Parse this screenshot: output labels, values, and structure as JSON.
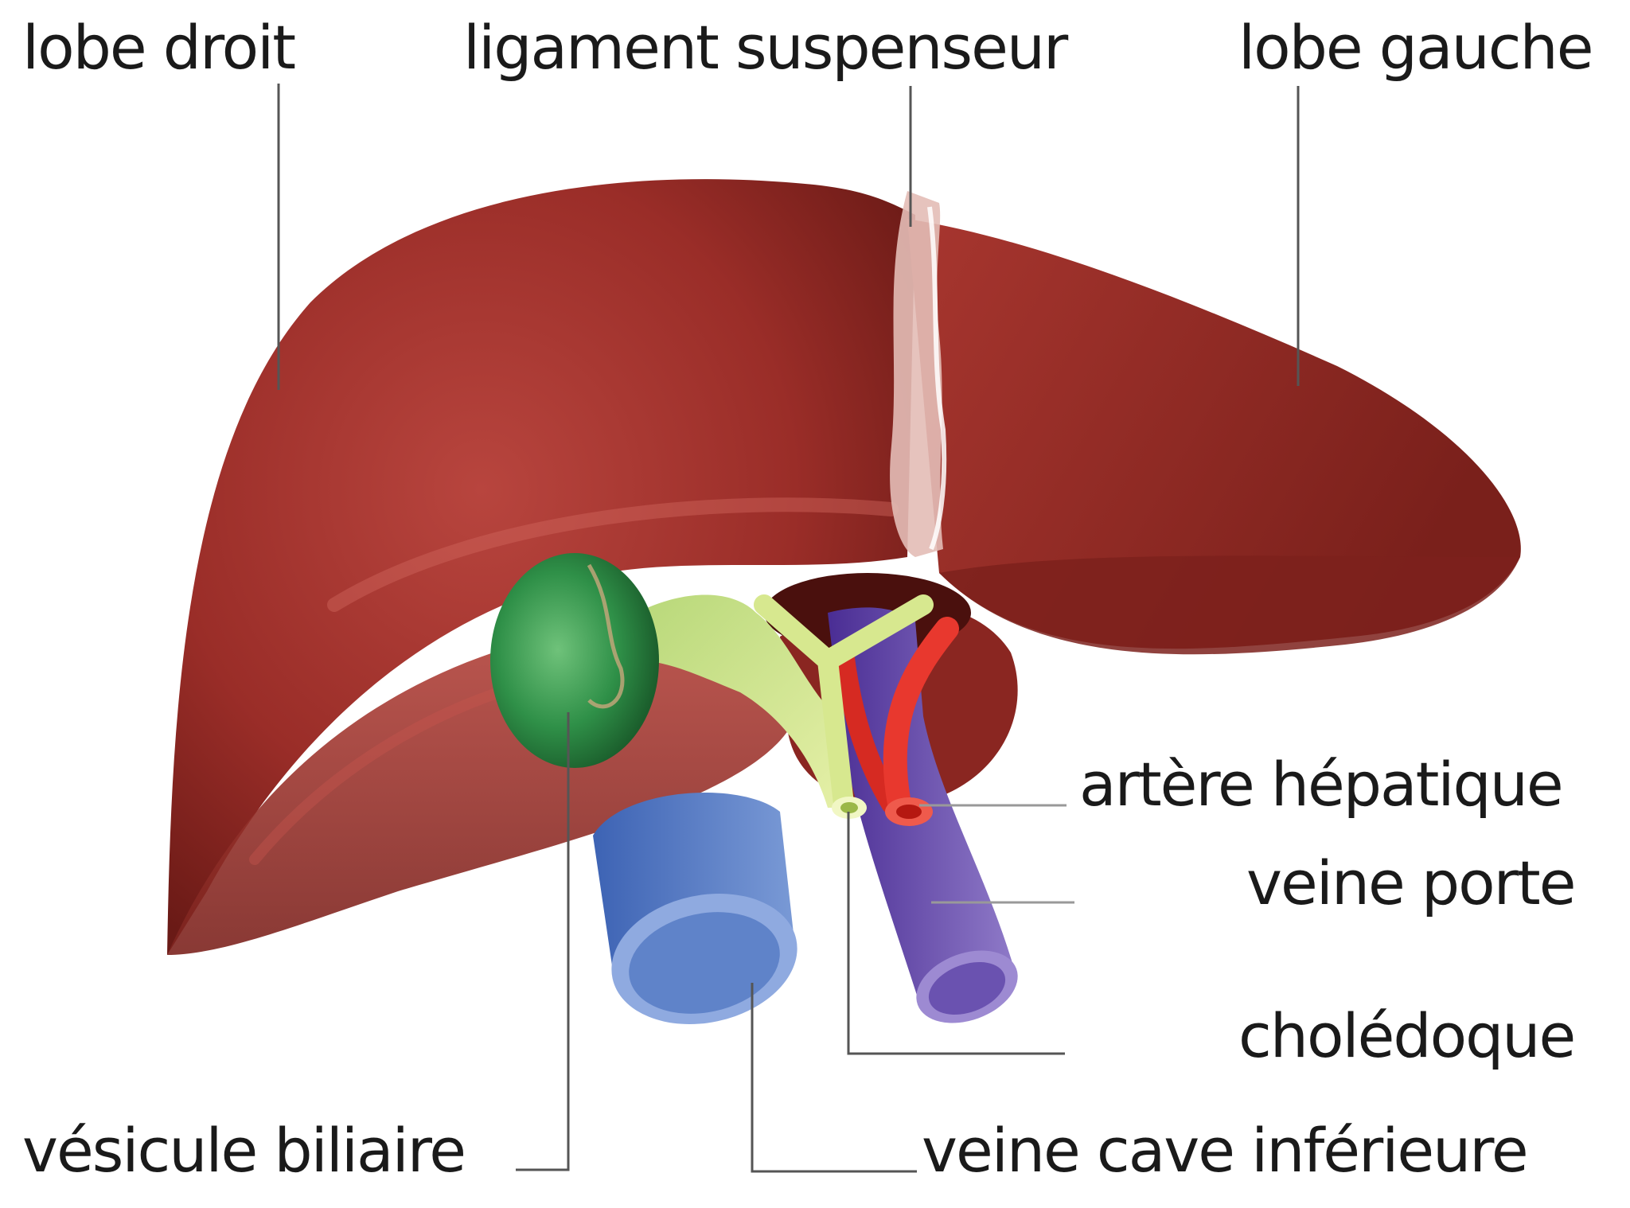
{
  "diagram": {
    "subject": "foie (liver) anatomy",
    "colors": {
      "liver": "#9e2f2a",
      "liver_dark": "#6e1b17",
      "liver_light": "#c4524a",
      "gallbladder": "#2e8f45",
      "bile_duct": "#d6e88a",
      "hepatic_artery": "#e0342c",
      "portal_vein": "#5a3aa8",
      "vena_cava": "#5b7fc8",
      "ligament": "#e9c9c4",
      "leader_line": "#555555",
      "text": "#1a1a1a"
    },
    "labels": {
      "lobe_droit": "lobe droit",
      "ligament_suspenseur": "ligament suspenseur",
      "lobe_gauche": "lobe gauche",
      "artere_hepatique": "artère hépatique",
      "veine_porte": "veine porte",
      "choledoque": "cholédoque",
      "vesicule_biliaire": "vésicule biliaire",
      "veine_cave_inferieure": "veine cave inférieure"
    }
  }
}
